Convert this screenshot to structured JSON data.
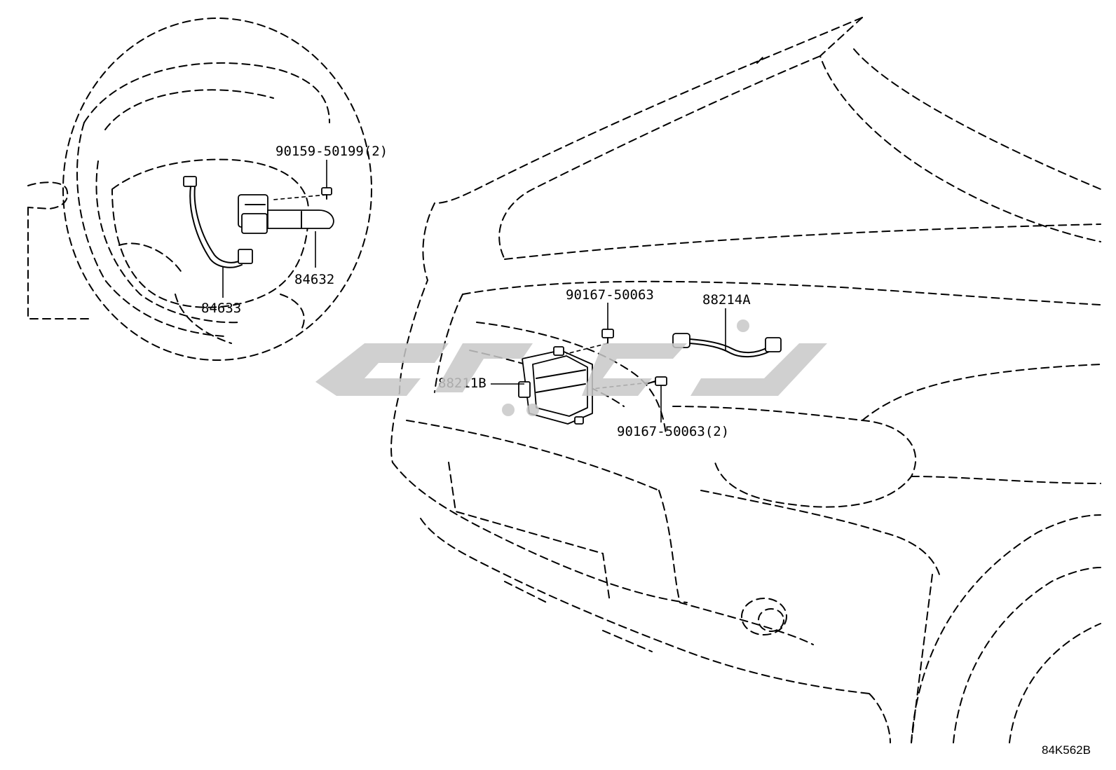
{
  "labels": {
    "p84633": "84633",
    "p84632": "84632",
    "p90159": "90159-50199(2)",
    "p90167a": "90167-50063",
    "p88214": "88214A",
    "p88211": "88211B",
    "p90167b": "90167-50063(2)"
  },
  "diagram_code": "84K562B",
  "watermark_text": "جاپارت",
  "colors": {
    "line": "#000000",
    "watermark": "#c8c8c8",
    "background": "#ffffff"
  }
}
